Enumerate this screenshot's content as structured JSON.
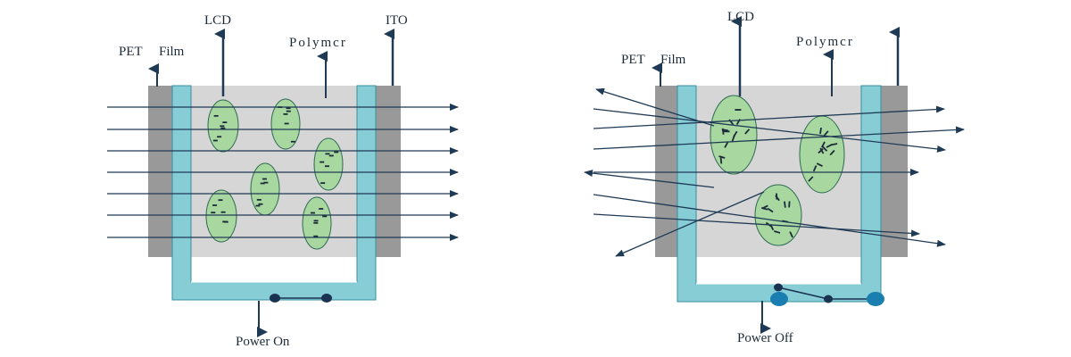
{
  "colors": {
    "film": "#999999",
    "ito": "#86cdd6",
    "ito_stroke": "#3a8fa0",
    "liquid": "#d6d6d6",
    "droplet": "#a8d8a0",
    "droplet_stroke": "#2f6a52",
    "arrow": "#1f3a55",
    "molecule": "#1c2b3a",
    "switch_dot": "#1a3350",
    "terminal": "#1a7fb0"
  },
  "diagrams": [
    {
      "id": "power-on",
      "labels": {
        "pet": "PET",
        "film": "Film",
        "lcd": "LCD",
        "polymer": "Polymcr",
        "ito": "ITO",
        "power": "Power On"
      }
    },
    {
      "id": "power-off",
      "labels": {
        "pet": "PET",
        "film": "Film",
        "lcd": "LCD",
        "polymer": "Polymcr",
        "power": "Power Off"
      }
    }
  ]
}
